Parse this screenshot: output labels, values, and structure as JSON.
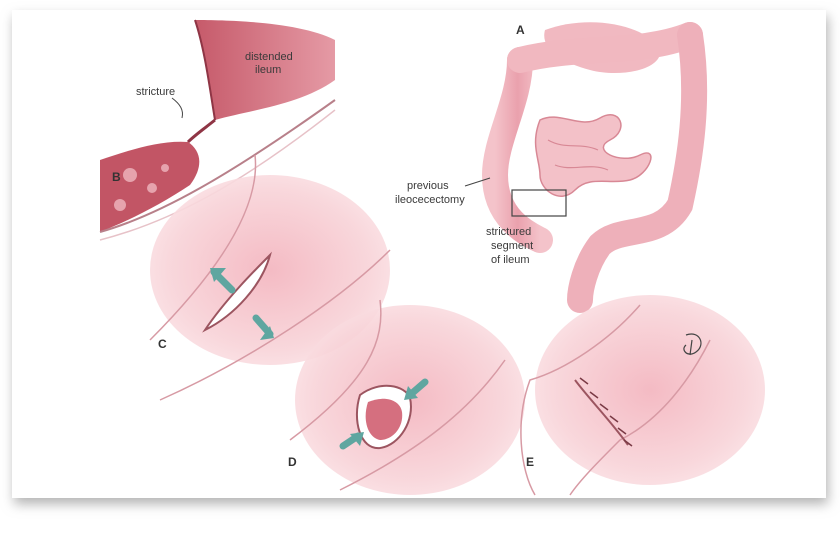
{
  "panels": {
    "a": {
      "letter": "A"
    },
    "b": {
      "letter": "B"
    },
    "c": {
      "letter": "C"
    },
    "d": {
      "letter": "D"
    },
    "e": {
      "letter": "E"
    }
  },
  "labels": {
    "distended_line1": "distended",
    "distended_line2": "ileum",
    "stricture": "stricture",
    "previous_line1": "previous",
    "previous_line2": "ileocecectomy",
    "strictured_line1": "strictured",
    "strictured_line2": "segment",
    "strictured_line3": "of ileum"
  },
  "colors": {
    "tissue_light": "#f6c9cf",
    "tissue_mid": "#e99aa6",
    "tissue_dark": "#c9606f",
    "arrow": "#5fa6a0",
    "frame_shadow": "#b8b8b8"
  }
}
